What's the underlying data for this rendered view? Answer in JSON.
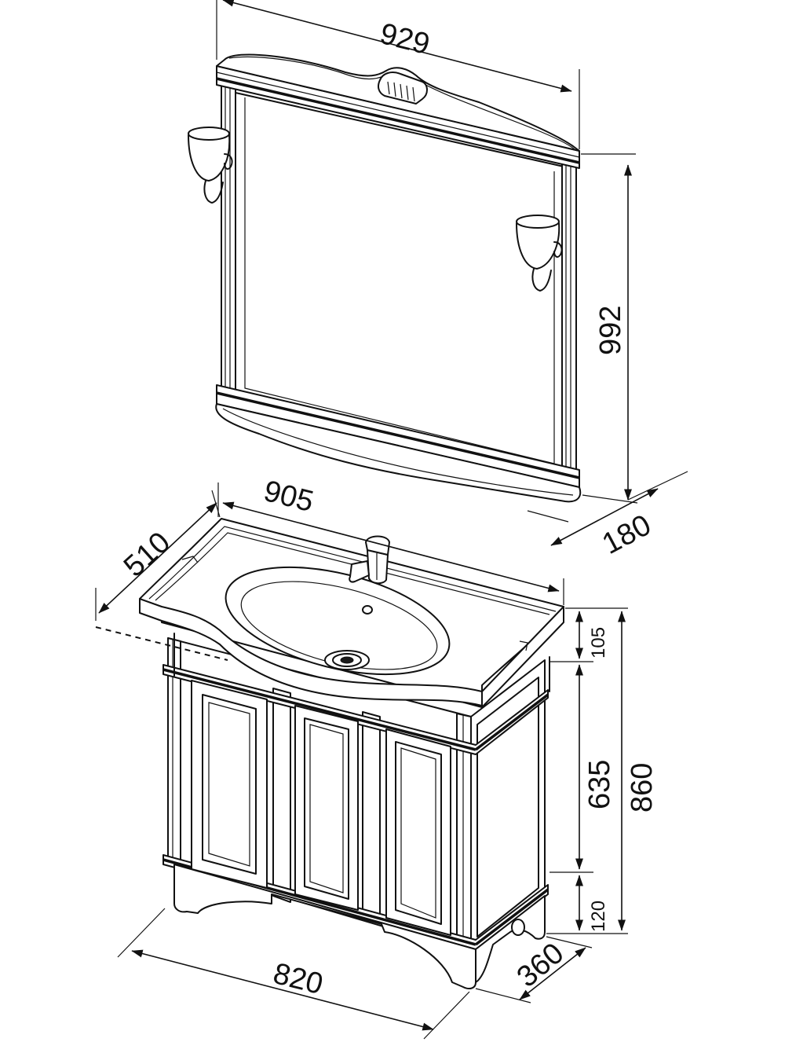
{
  "dimensions": {
    "mirror_width": "929",
    "mirror_height": "992",
    "mirror_depth": "180",
    "top_width": "905",
    "top_depth": "510",
    "top_height": "105",
    "body_height": "635",
    "plinth_height": "120",
    "total_height": "860",
    "base_width": "820",
    "base_depth": "360"
  }
}
